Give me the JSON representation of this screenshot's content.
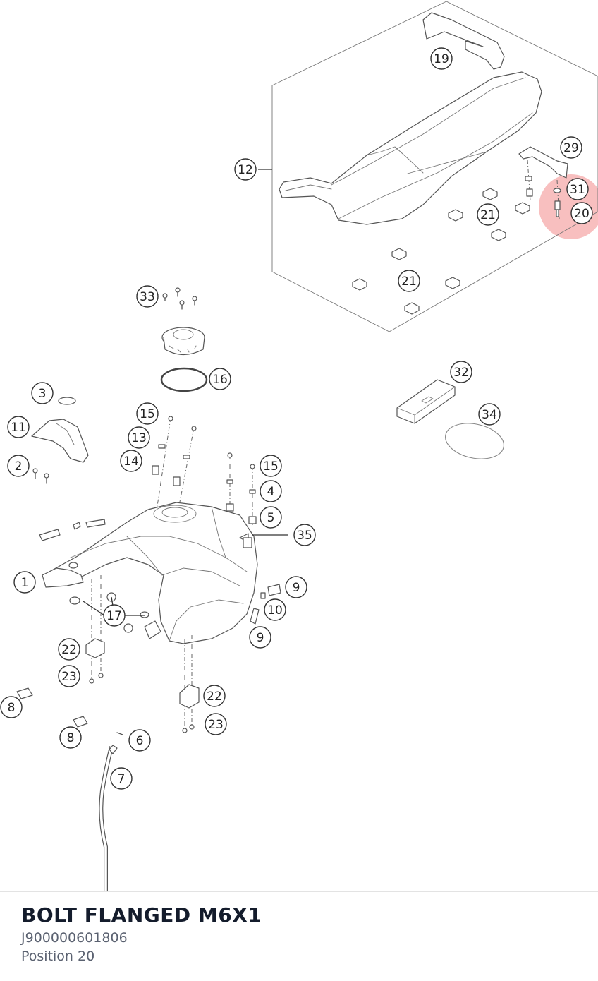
{
  "part": {
    "name": "BOLT FLANGED M6X1",
    "number": "J900000601806",
    "position": "Position 20"
  },
  "highlight": {
    "color": "#f28b8b",
    "callout": "20"
  },
  "callouts": [
    "19",
    "12",
    "29",
    "31",
    "20",
    "21",
    "21",
    "33",
    "16",
    "32",
    "34",
    "3",
    "15",
    "11",
    "13",
    "2",
    "14",
    "15",
    "4",
    "5",
    "35",
    "1",
    "9",
    "10",
    "17",
    "9",
    "22",
    "23",
    "22",
    "8",
    "23",
    "8",
    "6",
    "7"
  ]
}
